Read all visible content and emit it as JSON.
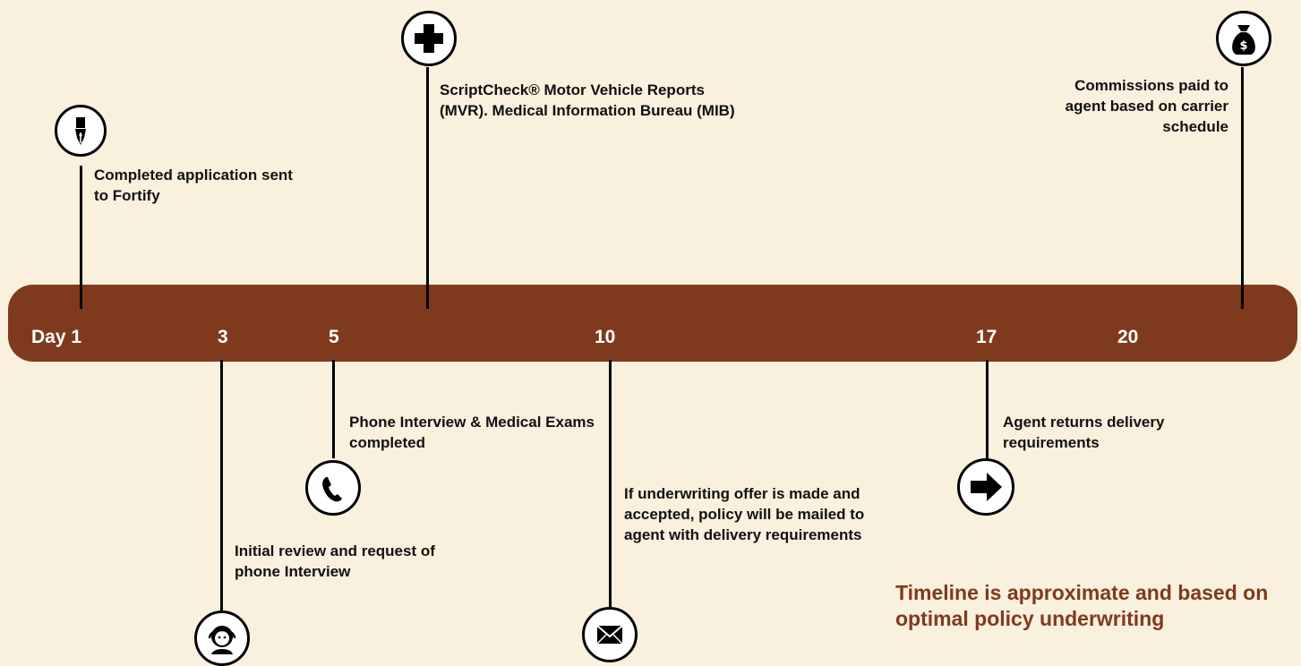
{
  "timeline": {
    "days": [
      "Day 1",
      "3",
      "5",
      "10",
      "17",
      "20"
    ],
    "events": [
      {
        "label": "Completed application sent to Fortify",
        "icon": "pen-nib-icon"
      },
      {
        "label": "ScriptCheck® Motor Vehicle Reports (MVR). Medical Information Bureau (MIB)",
        "icon": "medical-cross-icon"
      },
      {
        "label": "Commissions paid to agent based on carrier schedule",
        "icon": "money-bag-icon"
      },
      {
        "label": "Phone Interview & Medical Exams completed",
        "icon": "phone-icon"
      },
      {
        "label": "Initial review and request of phone Interview",
        "icon": "headset-agent-icon"
      },
      {
        "label": "If underwriting offer is made and accepted, policy will be mailed to agent with delivery requirements",
        "icon": "envelope-icon"
      },
      {
        "label": "Agent returns delivery requirements",
        "icon": "arrow-right-icon"
      }
    ],
    "note": "Timeline is approximate and based on optimal policy underwriting"
  },
  "colors": {
    "background": "#f9f0de",
    "bar": "#7f3a1e",
    "note": "#7f3a1e"
  }
}
